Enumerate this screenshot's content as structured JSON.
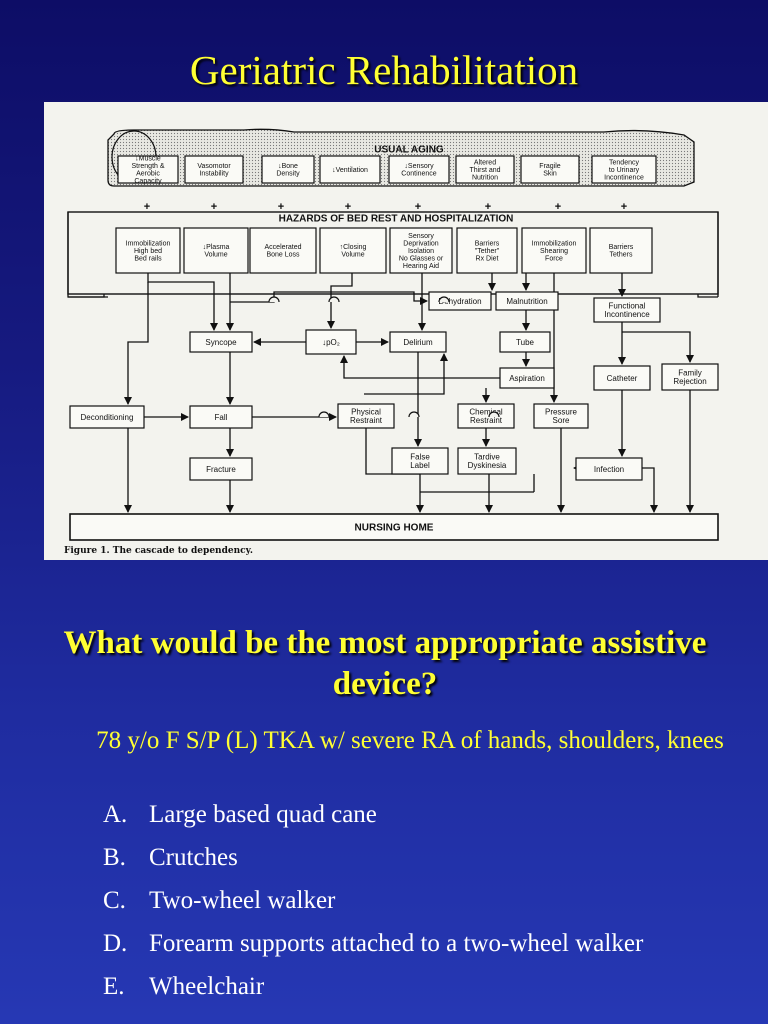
{
  "slide": {
    "title": "Geriatric Rehabilitation",
    "question": "What would be the most appropriate assistive device?",
    "case": "78 y/o F S/P (L) TKA w/ severe RA of hands, shoulders, knees",
    "options": [
      {
        "letter": "A.",
        "text": "Large based quad cane"
      },
      {
        "letter": "B.",
        "text": "Crutches"
      },
      {
        "letter": "C.",
        "text": "Two-wheel walker"
      },
      {
        "letter": "D.",
        "text": "Forearm supports attached to a two-wheel walker"
      },
      {
        "letter": "E.",
        "text": "Wheelchair"
      }
    ]
  },
  "diagram": {
    "caption": "Figure 1. The cascade to dependency.",
    "usual_aging": {
      "label": "USUAL AGING",
      "items": [
        [
          "↓Muscle",
          "Strength &",
          "Aerobic",
          "Capacity"
        ],
        [
          "Vasomotor",
          "Instability"
        ],
        [
          "↓Bone",
          "Density"
        ],
        [
          "↓Ventilation"
        ],
        [
          "↓Sensory",
          "Continence"
        ],
        [
          "Altered",
          "Thirst and",
          "Nutrition"
        ],
        [
          "Fragile",
          "Skin"
        ],
        [
          "Tendency",
          "to Urinary",
          "Incontinence"
        ]
      ]
    },
    "hazards": {
      "label": "HAZARDS OF BED REST AND HOSPITALIZATION",
      "items": [
        [
          "Immobilization",
          "High bed",
          "Bed rails"
        ],
        [
          "↓Plasma",
          "Volume"
        ],
        [
          "Accelerated",
          "Bone Loss"
        ],
        [
          "↑Closing",
          "Volume"
        ],
        [
          "Sensory",
          "Deprivation",
          "Isolation",
          "No Glasses or",
          "Hearing Aid"
        ],
        [
          "Barriers",
          "\"Tether\"",
          "Rx Diet"
        ],
        [
          "Immobilization",
          "Shearing",
          "Force"
        ],
        [
          "Barriers",
          "Tethers"
        ]
      ]
    },
    "nodes": {
      "dehydration": "Dehydration",
      "malnutrition": "Malnutrition",
      "functional_incontinence": [
        "Functional",
        "Incontinence"
      ],
      "syncope": "Syncope",
      "po2": "↓pO₂",
      "delirium": "Delirium",
      "tube": "Tube",
      "aspiration": "Aspiration",
      "catheter": "Catheter",
      "family_rejection": [
        "Family",
        "Rejection"
      ],
      "deconditioning": "Deconditioning",
      "fall": "Fall",
      "physical_restraint": [
        "Physical",
        "Restraint"
      ],
      "chemical_restraint": [
        "Chemical",
        "Restraint"
      ],
      "pressure_sore": [
        "Pressure",
        "Sore"
      ],
      "false_label": [
        "False",
        "Label"
      ],
      "tardive_dyskinesia": [
        "Tardive",
        "Dyskinesia"
      ],
      "fracture": "Fracture",
      "infection": "Infection",
      "nursing_home": "NURSING HOME"
    },
    "plus_sign": "+"
  }
}
